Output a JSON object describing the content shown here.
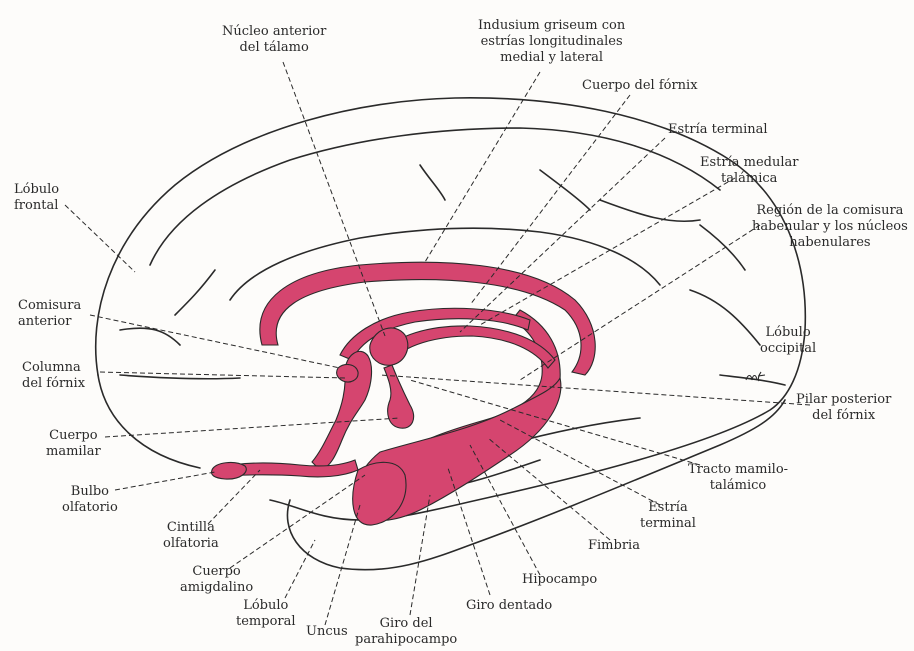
{
  "colors": {
    "structure_fill": "#d5456f",
    "outline": "#2a2a2a",
    "background": "#fdfcfa"
  },
  "signature": "mf",
  "labels": {
    "nucleo_anterior": [
      "Núcleo anterior",
      "del tálamo"
    ],
    "indusium": [
      "Indusium griseum con",
      "estrías longitudinales",
      "medial y lateral"
    ],
    "cuerpo_fornix": [
      "Cuerpo del fórnix"
    ],
    "estria_terminal_top": [
      "Estría terminal"
    ],
    "estria_medular": [
      "Estría medular",
      "talámica"
    ],
    "region_comisura": [
      "Región de la comisura",
      "habenular y los núcleos",
      "habenulares"
    ],
    "lobulo_frontal": [
      "Lóbulo",
      "frontal"
    ],
    "comisura_anterior": [
      "Comisura",
      "anterior"
    ],
    "columna_fornix": [
      "Columna",
      "del fórnix"
    ],
    "cuerpo_mamilar": [
      "Cuerpo",
      "mamilar"
    ],
    "bulbo_olfatorio": [
      "Bulbo",
      "olfatorio"
    ],
    "cintilla_olfatoria": [
      "Cintilla",
      "olfatoria"
    ],
    "cuerpo_amigdalino": [
      "Cuerpo",
      "amigdalino"
    ],
    "lobulo_temporal": [
      "Lóbulo",
      "temporal"
    ],
    "uncus": [
      "Uncus"
    ],
    "giro_parahipocampo": [
      "Giro del",
      "parahipocampo"
    ],
    "giro_dentado": [
      "Giro dentado"
    ],
    "hipocampo": [
      "Hipocampo"
    ],
    "fimbria": [
      "Fimbria"
    ],
    "estria_terminal_bottom": [
      "Estría",
      "terminal"
    ],
    "tracto_mamilotalamico": [
      "Tracto mamilo-",
      "talámico"
    ],
    "pilar_posterior": [
      "Pilar posterior",
      "del fórnix"
    ],
    "lobulo_occipital": [
      "Lóbulo",
      "occipital"
    ]
  }
}
